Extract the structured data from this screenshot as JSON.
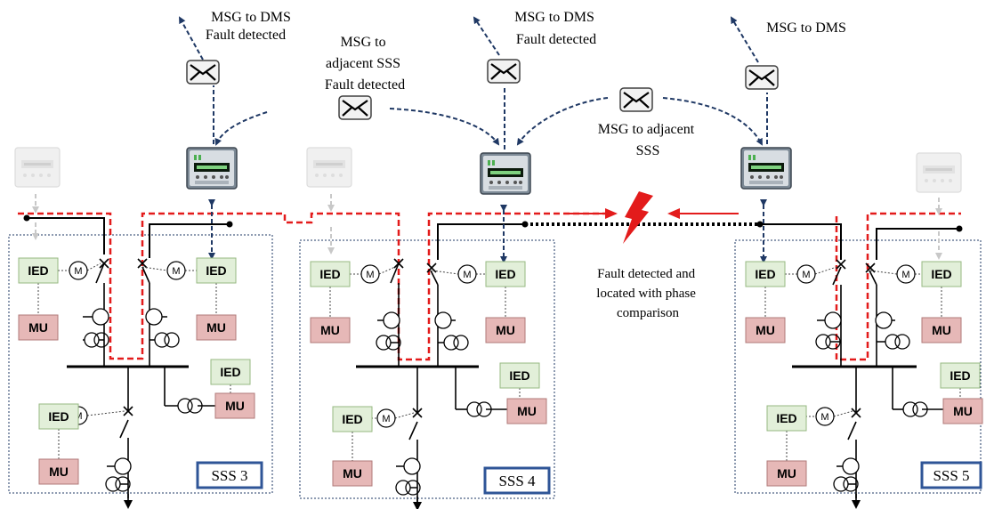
{
  "messages": {
    "dms_left_line1": "MSG to DMS",
    "dms_left_line2": "Fault detected",
    "adj_left_line1": "MSG to",
    "adj_left_line2": "adjacent SSS",
    "adj_left_line3": "Fault detected",
    "dms_mid_line1": "MSG to DMS",
    "dms_mid_line2": "Fault detected",
    "adj_right_line1": "MSG to adjacent",
    "adj_right_line2": "SSS",
    "dms_right_line1": "MSG to DMS"
  },
  "fault": {
    "line1": "Fault detected and",
    "line2": "located with phase",
    "line3": "comparison"
  },
  "devices": {
    "ied": "IED",
    "mu": "MU",
    "motor": "M"
  },
  "substations": {
    "sss3": "SSS 3",
    "sss4": "SSS 4",
    "sss5": "SSS 5"
  },
  "colors": {
    "ied_fill": "#e2efd9",
    "ied_border": "#97b882",
    "mu_fill": "#e6b8b7",
    "mu_border": "#b07a79",
    "comm_line": "#1f3864",
    "fault_path": "#e31b1b",
    "sss_border": "#2f5597"
  }
}
